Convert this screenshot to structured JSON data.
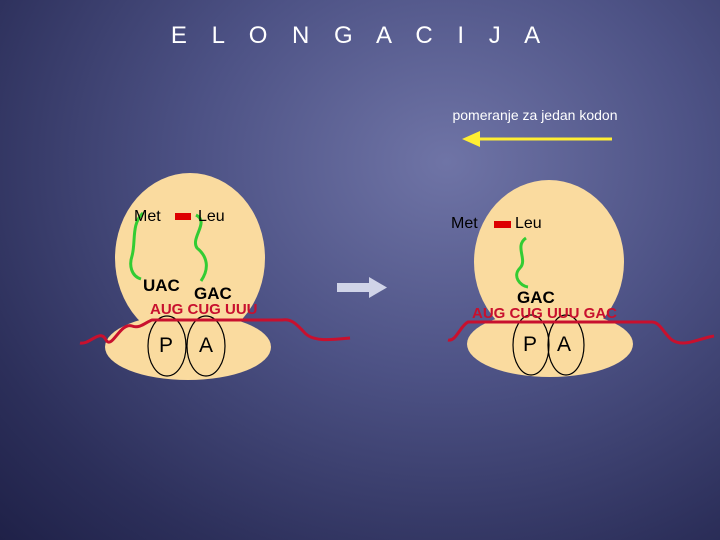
{
  "title": "E L O N G A C I J A",
  "shift_label": "pomeranje za jedan kodon",
  "colors": {
    "background": "#4d5285",
    "ribosome": "#fadb9f",
    "trna": "#33cc33",
    "mrna": "#c8102e",
    "peptide_bond": "#dd0000",
    "shift_arrow": "#ffee33",
    "process_arrow": "#d0d4e8"
  },
  "left_panel": {
    "aa_p": "Met",
    "aa_a": "Leu",
    "anticodon_p": "UAC",
    "anticodon_a": "GAC",
    "mrna": "AUG CUG UUU",
    "site_p": "P",
    "site_a": "A"
  },
  "right_panel": {
    "aa_p": "Met",
    "aa_a": "Leu",
    "anticodon_p": "GAC",
    "mrna": "AUG CUG UUU GAC",
    "site_p": "P",
    "site_a": "A"
  }
}
